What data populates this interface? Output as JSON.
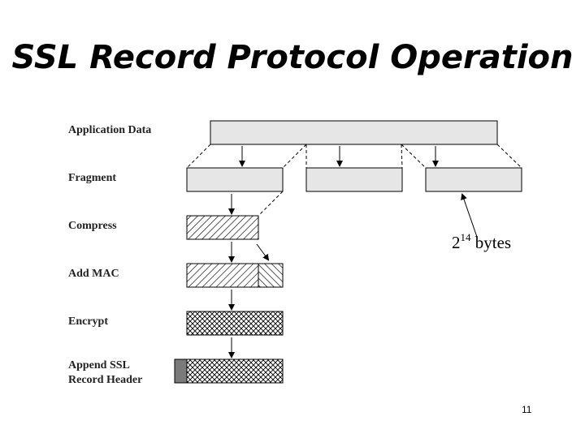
{
  "title": "SSL Record Protocol Operation",
  "stages": [
    {
      "label": "Application Data"
    },
    {
      "label": "Fragment"
    },
    {
      "label": "Compress"
    },
    {
      "label": "Add MAC"
    },
    {
      "label": "Encrypt"
    },
    {
      "label": "Append SSL\nRecord Header"
    }
  ],
  "fragment_size": {
    "base": "2",
    "exponent": "14",
    "unit": "bytes"
  },
  "page_number": "11",
  "colors": {
    "box_fill": "#e6e6e6",
    "header_fill": "#7a7a7a",
    "stroke": "#000000"
  }
}
